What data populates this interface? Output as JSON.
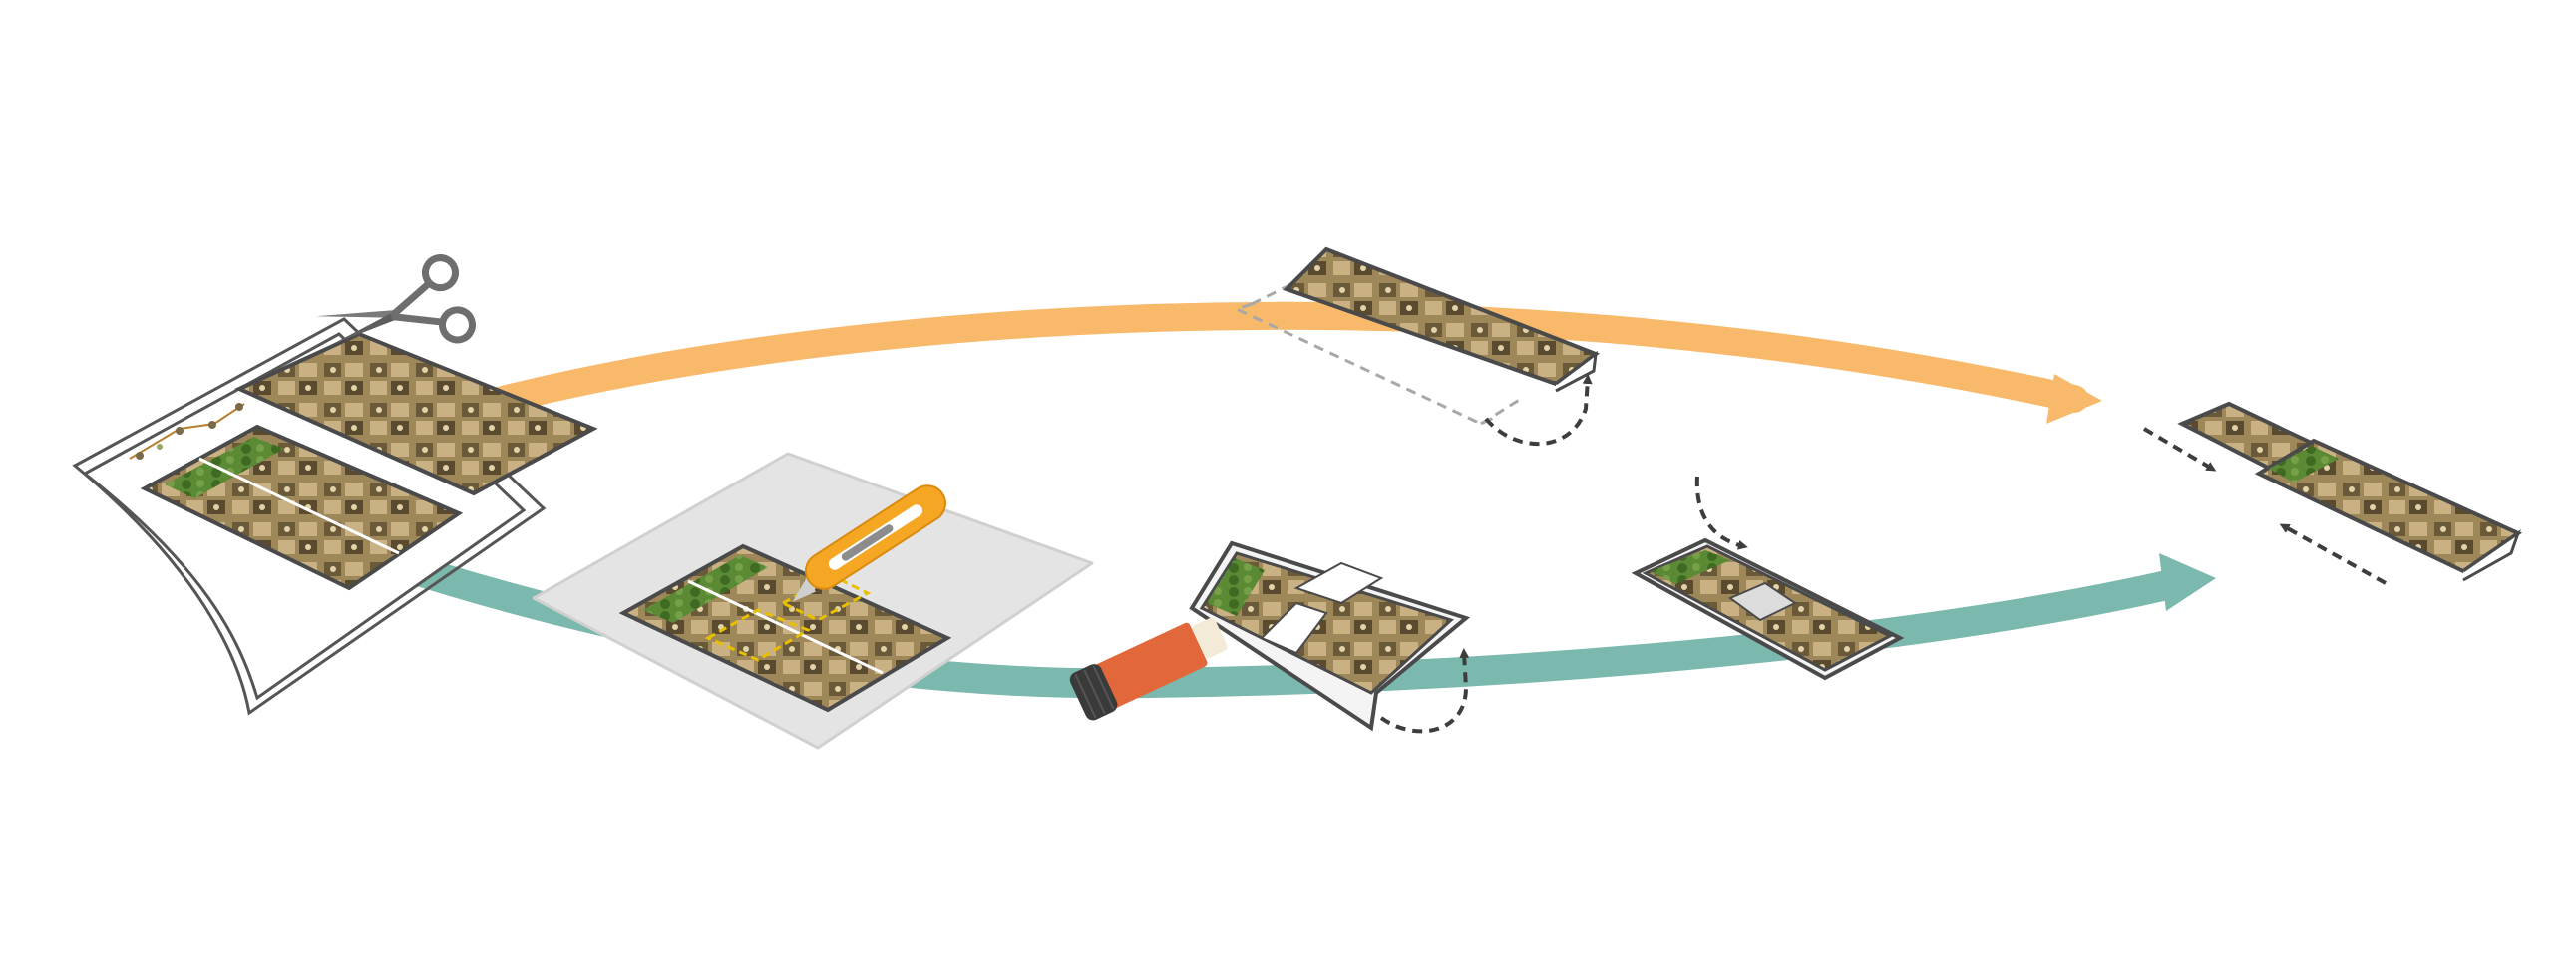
{
  "diagram": {
    "colors": {
      "background": "#ffffff",
      "top_flow": "#f9b96b",
      "bottom_flow": "#7bb8ad",
      "outline": "#4a4a4a",
      "dashed_arrow": "#3d3d3d",
      "dashed_ghost": "#a8a8a8",
      "cutting_mat": "#e4e4e4",
      "knife_body": "#f5a623",
      "knife_slot": "#8c8c8c",
      "glue_stick": "#e2673a",
      "glue_cap": "#3a3a3a",
      "cut_outline": "#e8c000",
      "print_dark": "#6b5a3a",
      "print_light": "#b8a071",
      "print_green": "#4f7a2e",
      "scissors": "#6e6e6e",
      "sheet_stroke": "#555555",
      "tiny_specimen": "#b5802f"
    },
    "icons": [
      "scissors-icon",
      "utility-knife-icon",
      "glue-stick-icon",
      "cutting-mat-icon",
      "curved-dashed-arrow-icon",
      "straight-dashed-arrow-icon"
    ],
    "steps": [
      "print-sheets",
      "cut-with-scissors",
      "cut-windows-with-knife",
      "glue-and-fold",
      "fold-panel",
      "assemble-strips"
    ]
  }
}
